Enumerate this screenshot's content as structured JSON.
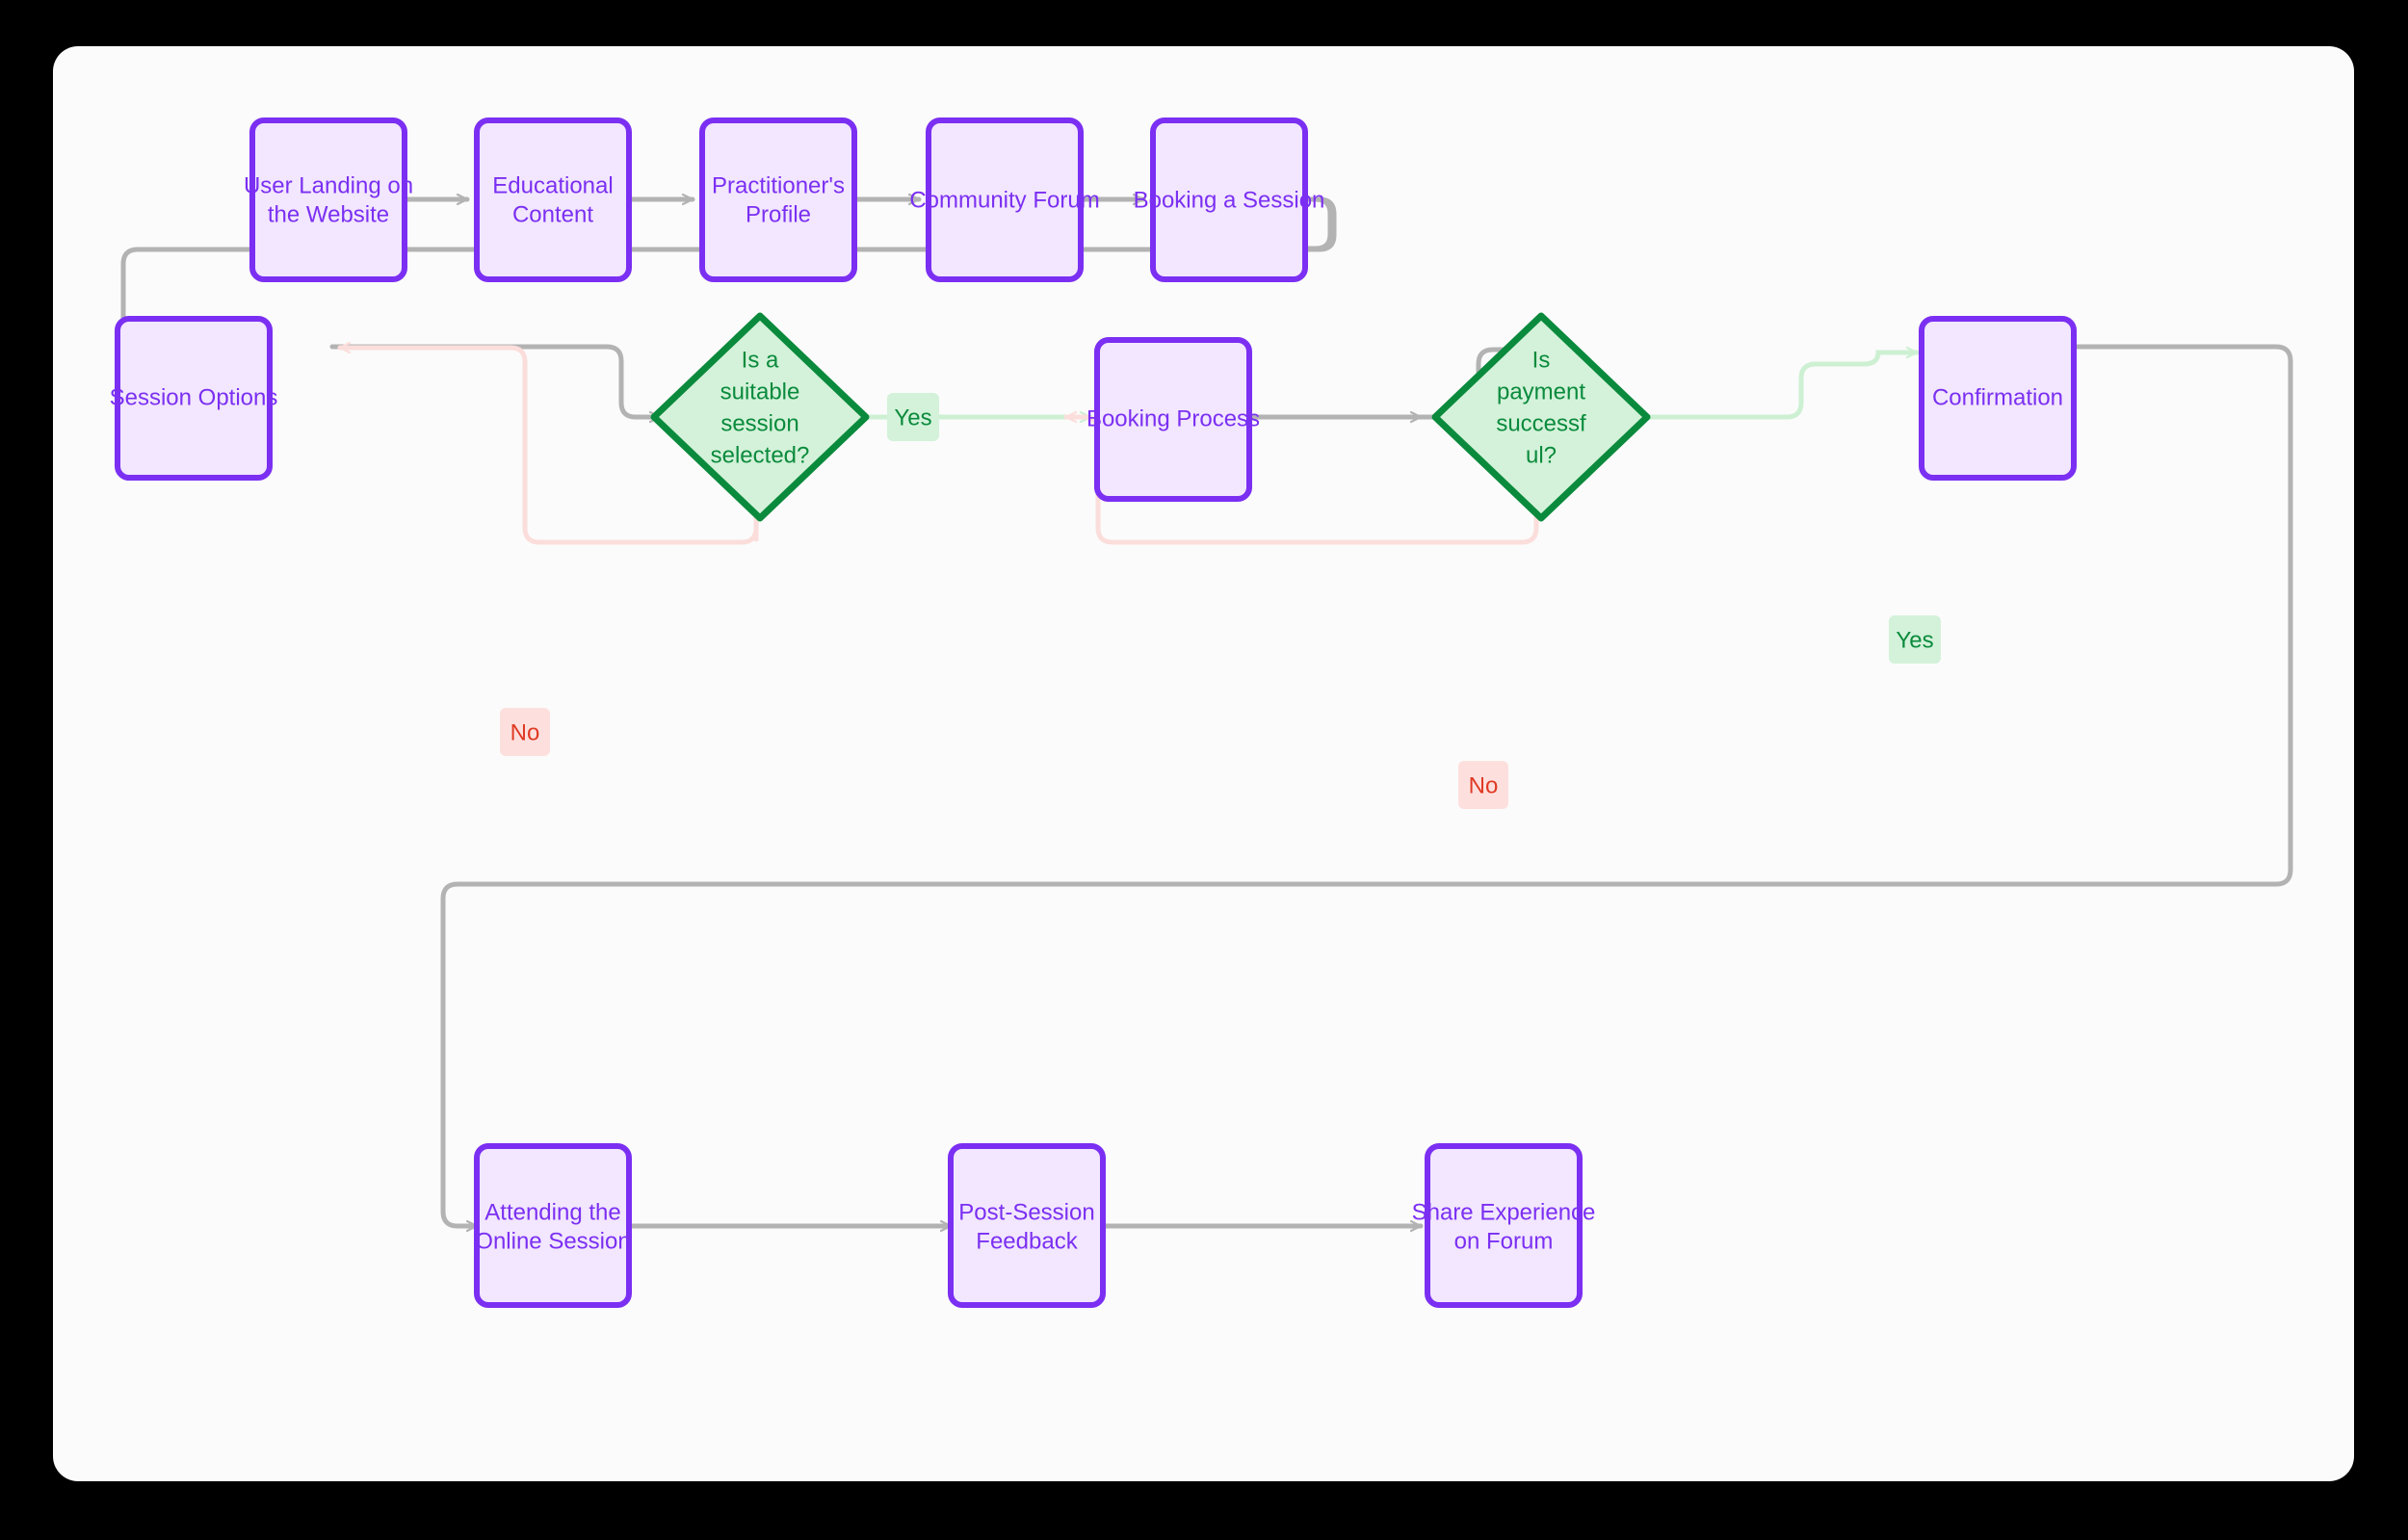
{
  "diagram": {
    "title": "Wellness Session Booking User Journey Flowchart",
    "type": "flowchart",
    "background_color": "#000000",
    "canvas_color": "#fbfbfb",
    "palette": {
      "process_fill": "#f2e7fe",
      "process_stroke": "#7b2ff2",
      "process_text": "#7b2ff2",
      "decision_fill": "#d3f2d9",
      "decision_stroke": "#0a8a3c",
      "decision_text": "#0a8a3c",
      "edge_default": "#b3b3b3",
      "edge_yes": "#cdf0d3",
      "edge_no": "#fbdedb",
      "badge_yes_fill": "#d3f2d9",
      "badge_yes_text": "#0a8a3c",
      "badge_no_fill": "#fde0de",
      "badge_no_text": "#e03a24"
    },
    "nodes": [
      {
        "id": "landing",
        "shape": "process",
        "lines": [
          "User Landing on",
          "the Website"
        ]
      },
      {
        "id": "education",
        "shape": "process",
        "lines": [
          "Educational",
          "Content"
        ]
      },
      {
        "id": "profile",
        "shape": "process",
        "lines": [
          "Practitioner's",
          "Profile"
        ]
      },
      {
        "id": "forum",
        "shape": "process",
        "lines": [
          "Community Forum"
        ]
      },
      {
        "id": "booking",
        "shape": "process",
        "lines": [
          "Booking a Session"
        ]
      },
      {
        "id": "options",
        "shape": "process",
        "lines": [
          "Session Options"
        ]
      },
      {
        "id": "suitable",
        "shape": "decision",
        "lines": [
          "Is a",
          "suitable",
          "session",
          "selected?"
        ]
      },
      {
        "id": "bookproc",
        "shape": "process",
        "lines": [
          "Booking Process"
        ]
      },
      {
        "id": "payment",
        "shape": "decision",
        "lines": [
          "Is",
          "payment",
          "successf",
          "ul?"
        ]
      },
      {
        "id": "confirmation",
        "shape": "process",
        "lines": [
          "Confirmation"
        ]
      },
      {
        "id": "attending",
        "shape": "process",
        "lines": [
          "Attending the",
          "Online Session"
        ]
      },
      {
        "id": "feedback",
        "shape": "process",
        "lines": [
          "Post-Session",
          "Feedback"
        ]
      },
      {
        "id": "share",
        "shape": "process",
        "lines": [
          "Share Experience",
          "on Forum"
        ]
      }
    ],
    "edges": [
      {
        "from": "landing",
        "to": "education",
        "label": "",
        "color": "default"
      },
      {
        "from": "education",
        "to": "profile",
        "label": "",
        "color": "default"
      },
      {
        "from": "profile",
        "to": "forum",
        "label": "",
        "color": "default"
      },
      {
        "from": "forum",
        "to": "booking",
        "label": "",
        "color": "default"
      },
      {
        "from": "booking",
        "to": "options",
        "label": "",
        "color": "default"
      },
      {
        "from": "options",
        "to": "suitable",
        "label": "",
        "color": "default"
      },
      {
        "from": "suitable",
        "to": "bookproc",
        "label": "Yes",
        "color": "yes"
      },
      {
        "from": "suitable",
        "to": "options",
        "label": "No",
        "color": "no"
      },
      {
        "from": "bookproc",
        "to": "payment",
        "label": "",
        "color": "default"
      },
      {
        "from": "payment",
        "to": "confirmation",
        "label": "Yes",
        "color": "yes"
      },
      {
        "from": "payment",
        "to": "bookproc",
        "label": "No",
        "color": "no"
      },
      {
        "from": "confirmation",
        "to": "attending",
        "label": "",
        "color": "default"
      },
      {
        "from": "attending",
        "to": "feedback",
        "label": "",
        "color": "default"
      },
      {
        "from": "feedback",
        "to": "share",
        "label": "",
        "color": "default"
      }
    ],
    "edge_labels": [
      {
        "id": "yes-suitable",
        "text": "Yes"
      },
      {
        "id": "no-suitable",
        "text": "No"
      },
      {
        "id": "yes-payment",
        "text": "Yes"
      },
      {
        "id": "no-payment",
        "text": "No"
      }
    ]
  }
}
